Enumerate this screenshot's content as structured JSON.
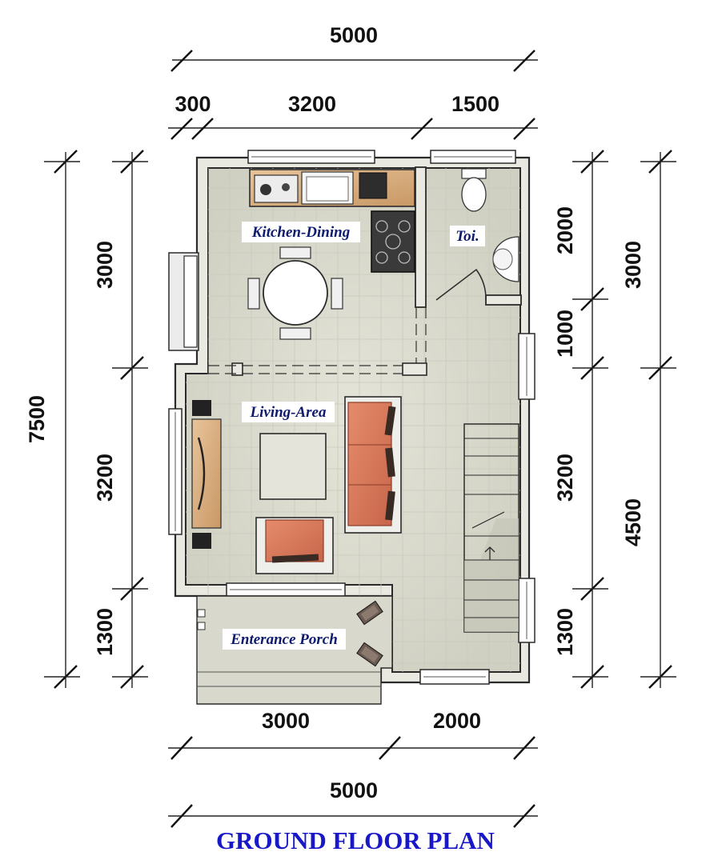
{
  "title": "GROUND FLOOR PLAN",
  "rooms": {
    "kitchen": "Kitchen-Dining",
    "toilet": "Toi.",
    "living": "Living-Area",
    "porch": "Enterance Porch"
  },
  "dimensions": {
    "top_total": "5000",
    "top_seg1": "300",
    "top_seg2": "3200",
    "top_seg3": "1500",
    "bottom_seg1": "3000",
    "bottom_seg2": "2000",
    "bottom_total": "5000",
    "left_total": "7500",
    "left_seg1": "3000",
    "left_seg2": "3200",
    "left_seg3": "1300",
    "right_inner1": "2000",
    "right_inner2": "1000",
    "right_inner3": "3200",
    "right_inner4": "1300",
    "right_outer1": "3000",
    "right_outer2": "4500"
  },
  "colors": {
    "title": "#1818c8",
    "room_label": "#0d1a6e",
    "floor": "#dcdcd0",
    "wall_fill": "#e9e9e2",
    "sofa": "#d9775a"
  }
}
